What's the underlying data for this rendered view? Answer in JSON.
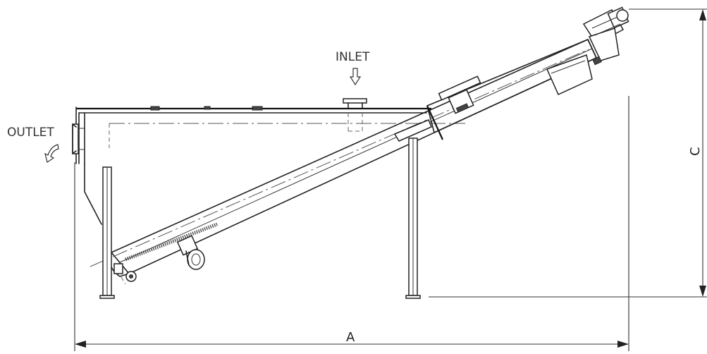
{
  "labels": {
    "inlet": "INLET",
    "outlet": "OUTLET"
  },
  "dimensions": {
    "length": "A",
    "height": "C"
  }
}
